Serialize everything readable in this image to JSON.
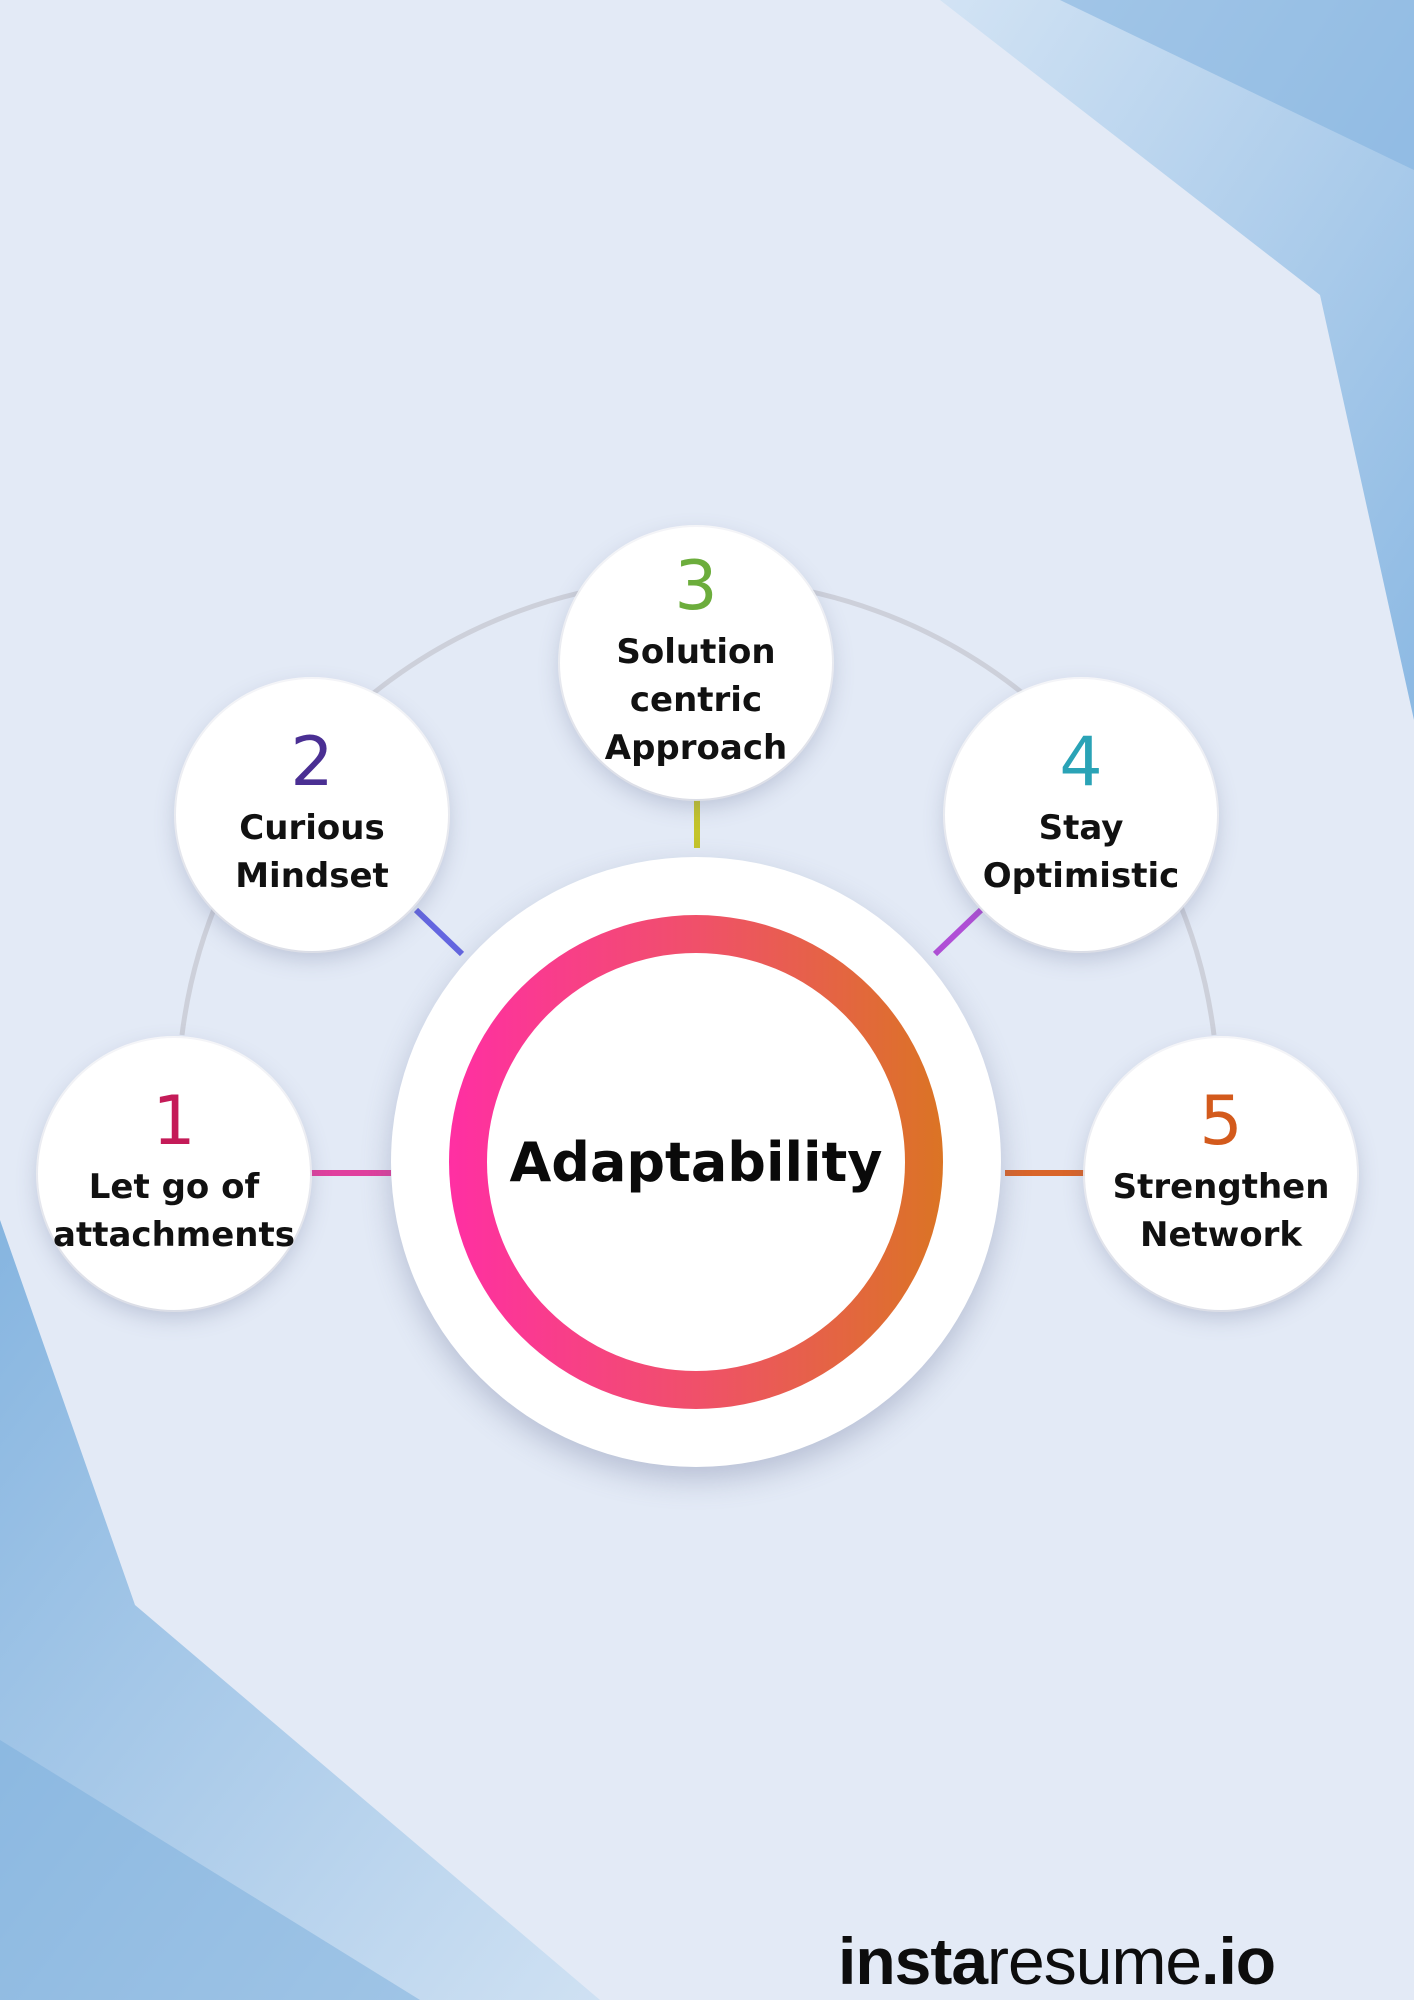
{
  "colors": {
    "background": "#e3eaf6",
    "accent_blue": "#8fbbe3",
    "hub_gradient": [
      "#ff2fa3",
      "#db7424"
    ]
  },
  "center": {
    "label": "Adaptability"
  },
  "nodes": [
    {
      "number": "1",
      "label": "Let go of\nattachments",
      "color": "#c41b58",
      "connector_color": "#e0409e"
    },
    {
      "number": "2",
      "label": "Curious\nMindset",
      "color": "#4a2f93",
      "connector_color": "#6466e0"
    },
    {
      "number": "3",
      "label": "Solution\ncentric\nApproach",
      "color": "#6cad3c",
      "connector_color": "#c4c42a"
    },
    {
      "number": "4",
      "label": "Stay\nOptimistic",
      "color": "#2aa3b6",
      "connector_color": "#b04fd6"
    },
    {
      "number": "5",
      "label": "Strengthen\nNetwork",
      "color": "#d35a1c",
      "connector_color": "#d9652a"
    }
  ],
  "logo": {
    "bold_part": "insta",
    "thin_part": "resume",
    "suffix": ".io"
  }
}
